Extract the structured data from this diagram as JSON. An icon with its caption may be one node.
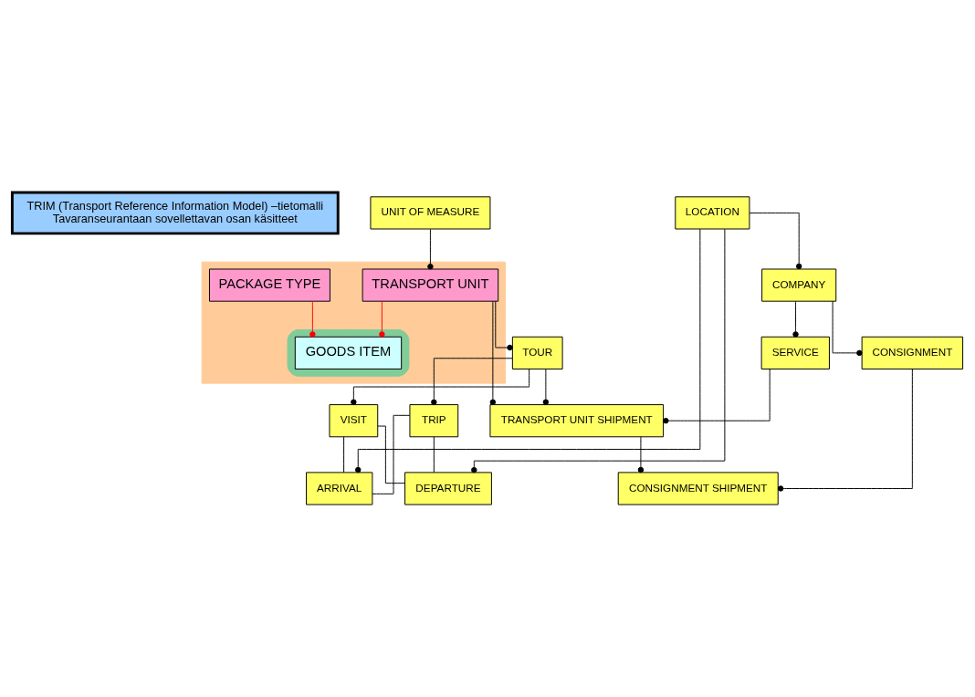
{
  "diagram": {
    "nodes": [
      {
        "text": [
          "TRIM (Transport Reference Information Model) –tietomalli",
          "Tavaranseurantaan sovellettavan osan käsitteet"
        ]
      },
      {
        "text": [],
        "shape": "box"
      },
      {
        "text": [
          "UNIT OF MEASURE"
        ]
      },
      {
        "text": [
          "TRANSPORT UNIT"
        ],
        "in": 1
      },
      {
        "text": [],
        "shape": "ellipse",
        "in": 1
      },
      {
        "text": [
          "GOODS ITEM"
        ],
        "in": 4
      },
      {
        "text": [
          "TOUR"
        ]
      },
      {
        "text": [
          "TRANSPORT UNIT SHIPMENT"
        ]
      },
      {
        "text": [
          "PACKAGE TYPE"
        ],
        "in": 1
      },
      {
        "text": [
          "TRIP"
        ]
      },
      {
        "text": [
          "VISIT"
        ]
      },
      {
        "text": [
          "SERVICE"
        ]
      },
      {
        "text": [
          "CONSIGNMENT SHIPMENT"
        ]
      },
      {
        "text": [
          "DEPARTURE"
        ]
      },
      {
        "text": [
          "ARRIVAL"
        ]
      },
      {
        "text": [
          "COMPANY"
        ]
      },
      {
        "text": [
          "LOCATION"
        ]
      },
      {
        "text": [
          "CONSIGNMENT"
        ]
      }
    ],
    "edges": [
      {
        "from": 2,
        "to": 3,
        "arrow": "other"
      },
      {
        "from": 3,
        "to": 5,
        "arrow": "other",
        "color": "#ff0000"
      },
      {
        "from": 3,
        "to": 6,
        "arrow": "other"
      },
      {
        "from": 3,
        "to": 7,
        "arrow": "other"
      },
      {
        "from": 8,
        "to": 5,
        "arrow": "other",
        "color": "#ff0000"
      },
      {
        "from": 6,
        "to": 7,
        "arrow": "other"
      },
      {
        "from": 6,
        "to": 9,
        "arrow": "other"
      },
      {
        "from": 6,
        "to": 10,
        "arrow": "other"
      },
      {
        "from": 11,
        "to": 7,
        "arrow": "other"
      },
      {
        "from": 7,
        "to": 12,
        "arrow": "other"
      },
      {
        "from": 9,
        "to": 13,
        "arrow": "none"
      },
      {
        "from": 10,
        "to": 14,
        "arrow": "none"
      },
      {
        "from": 10,
        "to": 13,
        "arrow": "none"
      },
      {
        "from": 9,
        "to": 14,
        "arrow": "none"
      },
      {
        "from": 16,
        "to": 13,
        "arrow": "other"
      },
      {
        "from": 16,
        "to": 14,
        "arrow": "other"
      },
      {
        "from": 15,
        "to": 11,
        "arrow": "other"
      },
      {
        "from": 16,
        "to": 15,
        "arrow": "other"
      },
      {
        "from": 15,
        "to": 17,
        "arrow": "other"
      },
      {
        "from": 17,
        "to": 12,
        "arrow": "other"
      }
    ]
  }
}
